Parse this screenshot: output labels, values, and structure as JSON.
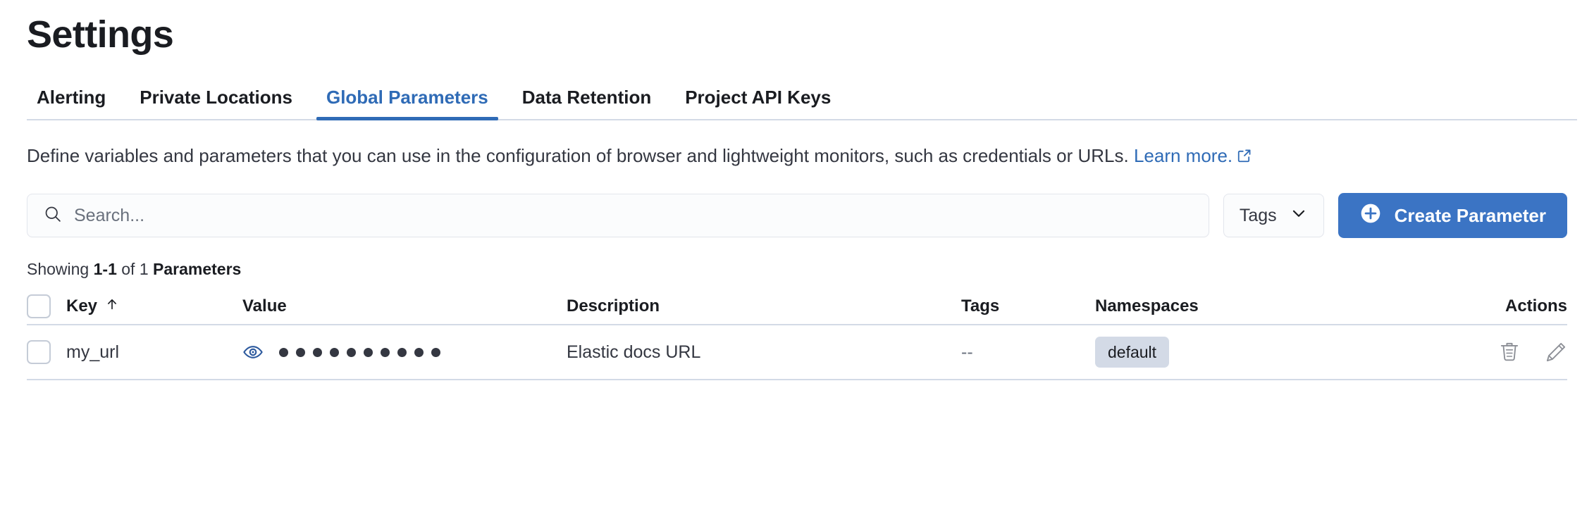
{
  "page": {
    "title": "Settings"
  },
  "tabs": [
    {
      "label": "Alerting",
      "active": false
    },
    {
      "label": "Private Locations",
      "active": false
    },
    {
      "label": "Global Parameters",
      "active": true
    },
    {
      "label": "Data Retention",
      "active": false
    },
    {
      "label": "Project API Keys",
      "active": false
    }
  ],
  "description": {
    "text": "Define variables and parameters that you can use in the configuration of browser and lightweight monitors, such as credentials or URLs. ",
    "link_label": "Learn more.",
    "external_icon": "external-link-icon"
  },
  "toolbar": {
    "search_placeholder": "Search...",
    "search_value": "",
    "search_icon": "search-icon",
    "tags_label": "Tags",
    "tags_chevron_icon": "chevron-down-icon",
    "create_label": "Create Parameter",
    "create_icon": "plus-circle-icon"
  },
  "results": {
    "prefix": "Showing ",
    "range": "1-1",
    "middle": " of 1 ",
    "noun": "Parameters"
  },
  "table": {
    "columns": {
      "key": "Key",
      "key_sort_icon": "arrow-up-icon",
      "value": "Value",
      "description": "Description",
      "tags": "Tags",
      "namespaces": "Namespaces",
      "actions": "Actions"
    },
    "rows": [
      {
        "key": "my_url",
        "value_masked_count": 10,
        "value_toggle_icon": "eye-icon",
        "description": "Elastic docs URL",
        "tags": "--",
        "namespaces": [
          "default"
        ],
        "actions": [
          "trash-icon",
          "pencil-icon"
        ]
      }
    ]
  },
  "colors": {
    "accent_blue": "#3b74c4",
    "tab_active": "#2f6bb6",
    "text_primary": "#1a1c21",
    "text_secondary": "#343741",
    "text_muted": "#6a717d",
    "border": "#d3dae6",
    "badge_bg": "#d3dae6"
  }
}
